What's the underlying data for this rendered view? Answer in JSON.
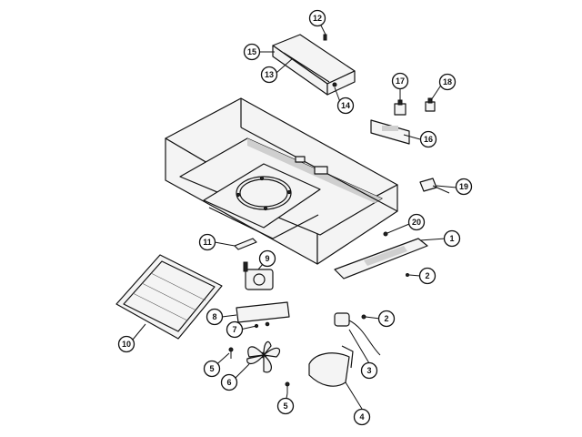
{
  "callouts": [
    {
      "id": "c1",
      "label": "1"
    },
    {
      "id": "c2a",
      "label": "2"
    },
    {
      "id": "c2b",
      "label": "2"
    },
    {
      "id": "c3",
      "label": "3"
    },
    {
      "id": "c4",
      "label": "4"
    },
    {
      "id": "c5a",
      "label": "5"
    },
    {
      "id": "c5b",
      "label": "5"
    },
    {
      "id": "c6",
      "label": "6"
    },
    {
      "id": "c7",
      "label": "7"
    },
    {
      "id": "c8",
      "label": "8"
    },
    {
      "id": "c9",
      "label": "9"
    },
    {
      "id": "c10",
      "label": "10"
    },
    {
      "id": "c11",
      "label": "11"
    },
    {
      "id": "c12",
      "label": "12"
    },
    {
      "id": "c13",
      "label": "13"
    },
    {
      "id": "c14",
      "label": "14"
    },
    {
      "id": "c15",
      "label": "15"
    },
    {
      "id": "c16",
      "label": "16"
    },
    {
      "id": "c17",
      "label": "17"
    },
    {
      "id": "c18",
      "label": "18"
    },
    {
      "id": "c19",
      "label": "19"
    },
    {
      "id": "c20",
      "label": "20"
    }
  ]
}
